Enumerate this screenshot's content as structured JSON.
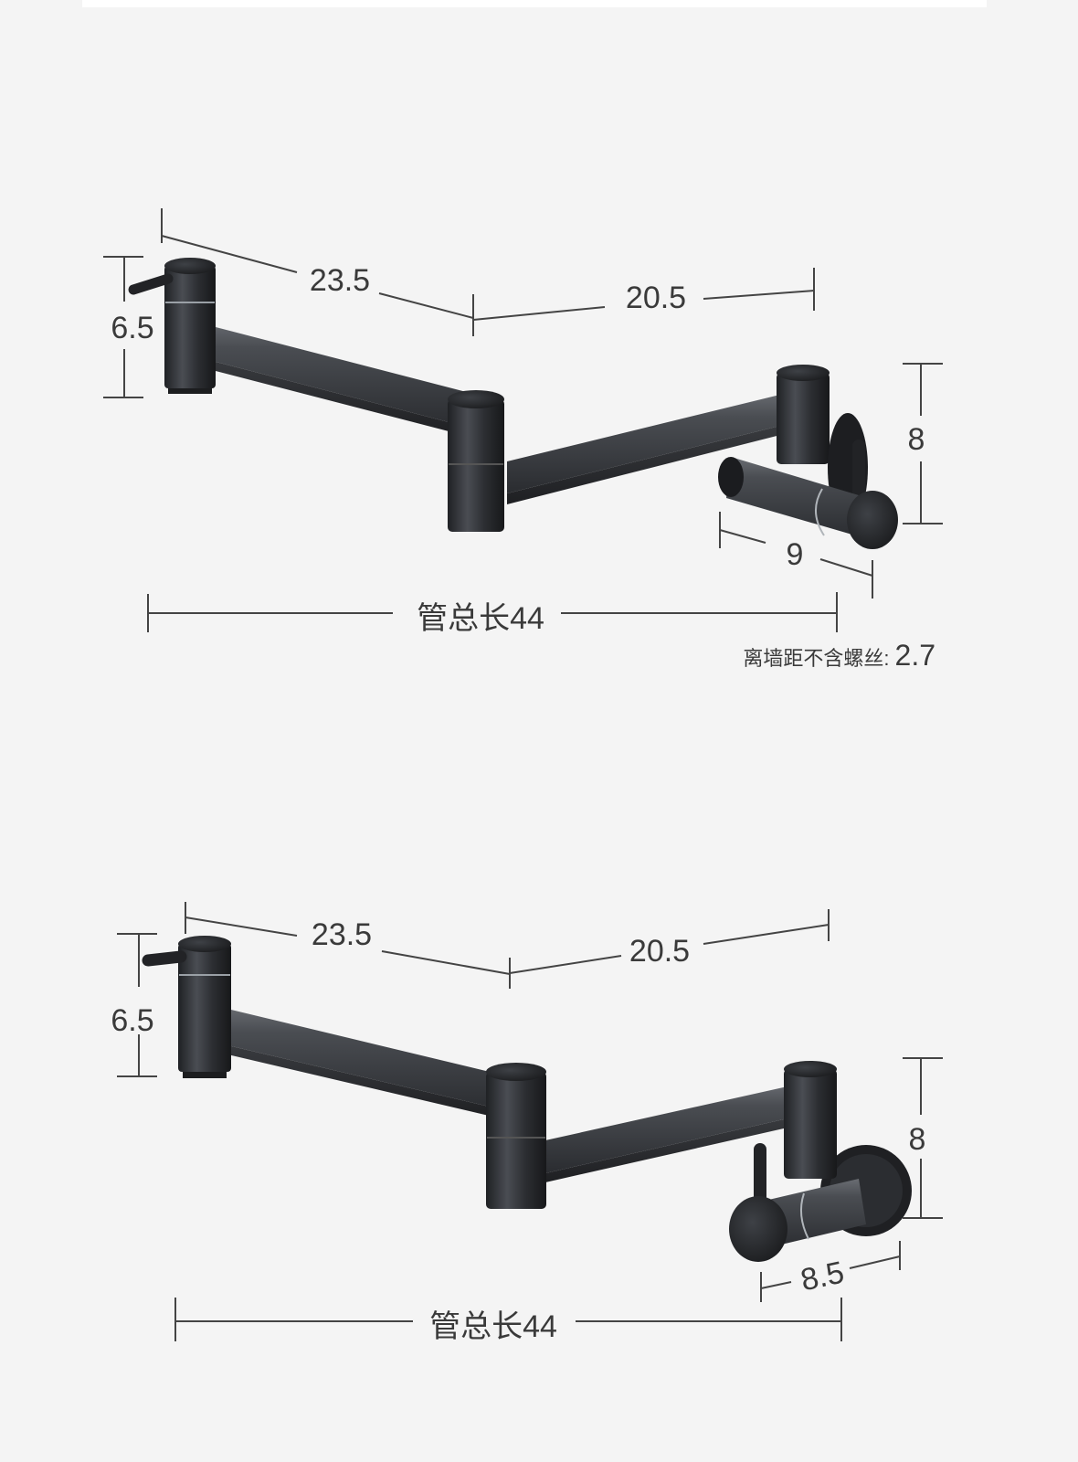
{
  "colors": {
    "background": "#f4f4f4",
    "faucet": "#2a2c30",
    "dimension_line": "#444444",
    "label": "#3a3a3a"
  },
  "top_faucet": {
    "arm1_length": "23.5",
    "arm2_length": "20.5",
    "spout_height": "6.5",
    "valve_height": "8",
    "valve_depth": "9",
    "total_length": "管总长44",
    "wall_note_label": "离墙距不含螺丝:",
    "wall_note_value": "2.7"
  },
  "bottom_faucet": {
    "arm1_length": "23.5",
    "arm2_length": "20.5",
    "spout_height": "6.5",
    "valve_height": "8",
    "valve_depth": "8.5",
    "total_length": "管总长44"
  }
}
